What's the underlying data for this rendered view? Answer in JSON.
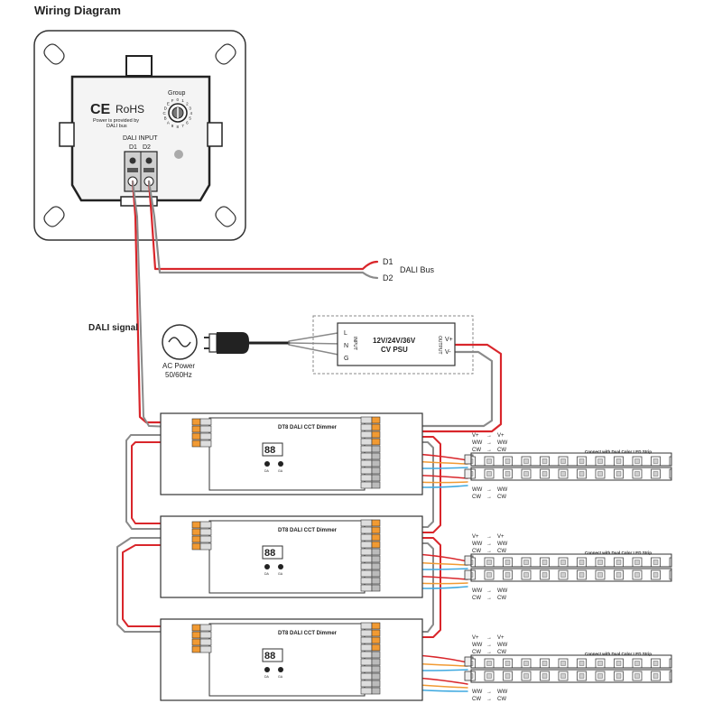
{
  "title": "Wiring Diagram",
  "panel": {
    "ce": "CE",
    "rohs": "RoHS",
    "power_note_1": "Power is provided by",
    "power_note_2": "DALI bus",
    "group_label": "Group",
    "group_digits": [
      "0",
      "1",
      "2",
      "3",
      "4",
      "5",
      "6",
      "7",
      "8",
      "9",
      "A",
      "B",
      "C",
      "D",
      "E",
      "F"
    ],
    "input_label": "DALI INPUT",
    "d1": "D1",
    "d2": "D2"
  },
  "bus": {
    "d1": "D1",
    "d2": "D2",
    "label": "DALI Bus"
  },
  "signal_label": "DALI signal",
  "ac": {
    "label1": "AC Power",
    "label2": "50/60Hz"
  },
  "psu": {
    "title1": "12V/24V/36V",
    "title2": "CV PSU",
    "l": "L",
    "n": "N",
    "g": "G",
    "input": "INPUT",
    "output": "OUTPUT",
    "vplus": "V+",
    "vminus": "V-"
  },
  "dimmer": {
    "title": "DT8 DALI CCT Dimmer",
    "display": "88",
    "btn_labels": [
      "DA",
      "GA"
    ]
  },
  "strip": {
    "title": "Connect with Dual Color LED Strip",
    "top_rows": [
      [
        "V+",
        "V+"
      ],
      [
        "WW",
        "WW"
      ],
      [
        "CW",
        "CW"
      ]
    ],
    "bottom_rows": [
      [
        "WW",
        "WW"
      ],
      [
        "CW",
        "CW"
      ]
    ]
  },
  "colors": {
    "red": "#d9262b",
    "gray": "#8a8a8a",
    "blue": "#3fa9e0",
    "orange": "#f19a33",
    "outline": "#333333"
  }
}
